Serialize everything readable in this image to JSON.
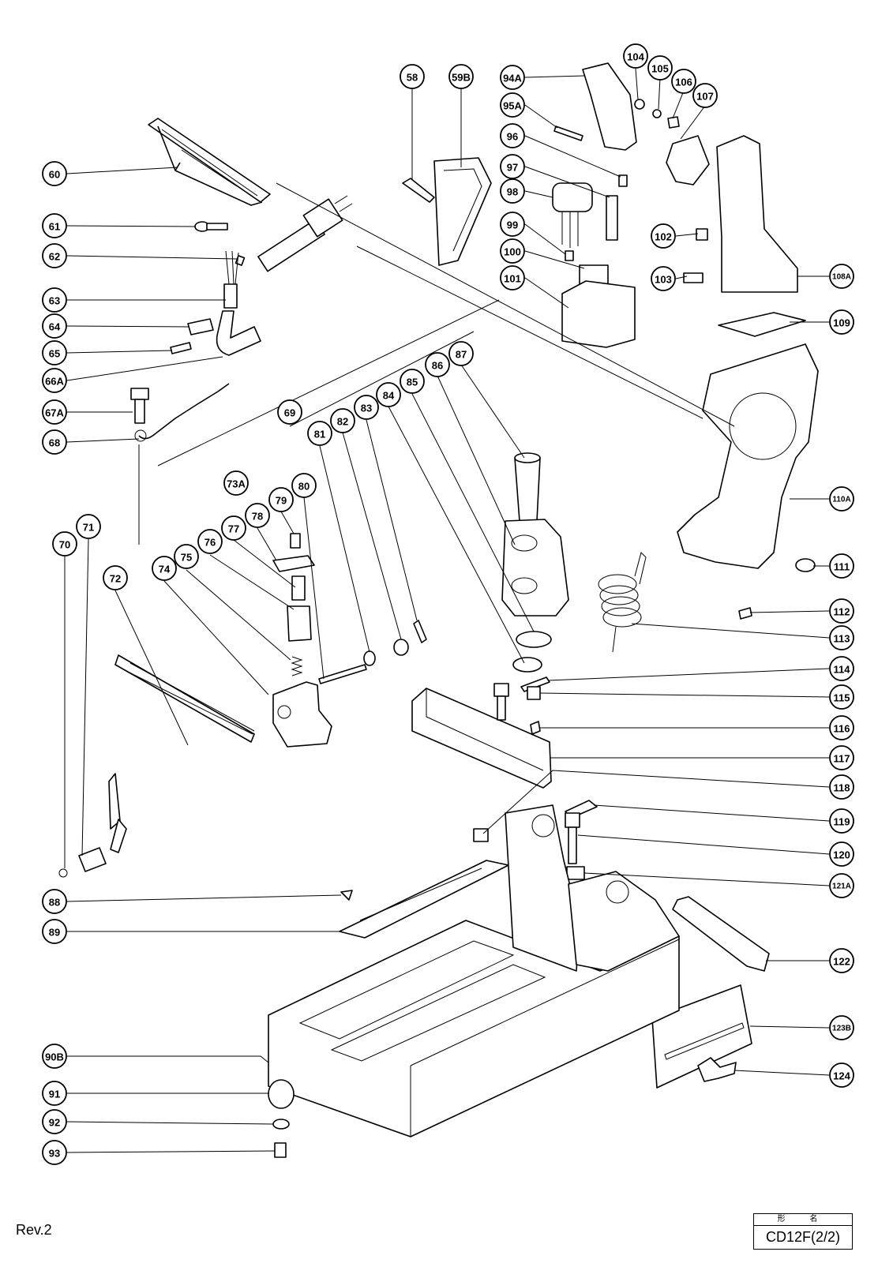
{
  "footer": {
    "revision": "Rev.2",
    "model_header": "形 名",
    "model": "CD12F(2/2)"
  },
  "callouts": [
    {
      "id": "c58",
      "label": "58"
    },
    {
      "id": "c59B",
      "label": "59B"
    },
    {
      "id": "c94A",
      "label": "94A"
    },
    {
      "id": "c95A",
      "label": "95A"
    },
    {
      "id": "c96",
      "label": "96"
    },
    {
      "id": "c97",
      "label": "97"
    },
    {
      "id": "c98",
      "label": "98"
    },
    {
      "id": "c99",
      "label": "99"
    },
    {
      "id": "c100",
      "label": "100"
    },
    {
      "id": "c101",
      "label": "101"
    },
    {
      "id": "c104",
      "label": "104"
    },
    {
      "id": "c105",
      "label": "105"
    },
    {
      "id": "c106",
      "label": "106"
    },
    {
      "id": "c107",
      "label": "107"
    },
    {
      "id": "c102",
      "label": "102"
    },
    {
      "id": "c103",
      "label": "103"
    },
    {
      "id": "c108A",
      "label": "108A"
    },
    {
      "id": "c109",
      "label": "109"
    },
    {
      "id": "c110A",
      "label": "110A"
    },
    {
      "id": "c111",
      "label": "111"
    },
    {
      "id": "c112",
      "label": "112"
    },
    {
      "id": "c113",
      "label": "113"
    },
    {
      "id": "c114",
      "label": "114"
    },
    {
      "id": "c115",
      "label": "115"
    },
    {
      "id": "c116",
      "label": "116"
    },
    {
      "id": "c117",
      "label": "117"
    },
    {
      "id": "c118",
      "label": "118"
    },
    {
      "id": "c119",
      "label": "119"
    },
    {
      "id": "c120",
      "label": "120"
    },
    {
      "id": "c121A",
      "label": "121A"
    },
    {
      "id": "c122",
      "label": "122"
    },
    {
      "id": "c123B",
      "label": "123B"
    },
    {
      "id": "c124",
      "label": "124"
    },
    {
      "id": "c60",
      "label": "60"
    },
    {
      "id": "c61",
      "label": "61"
    },
    {
      "id": "c62",
      "label": "62"
    },
    {
      "id": "c63",
      "label": "63"
    },
    {
      "id": "c64",
      "label": "64"
    },
    {
      "id": "c65",
      "label": "65"
    },
    {
      "id": "c66A",
      "label": "66A"
    },
    {
      "id": "c67A",
      "label": "67A"
    },
    {
      "id": "c68",
      "label": "68"
    },
    {
      "id": "c69",
      "label": "69"
    },
    {
      "id": "c81",
      "label": "81"
    },
    {
      "id": "c82",
      "label": "82"
    },
    {
      "id": "c83",
      "label": "83"
    },
    {
      "id": "c84",
      "label": "84"
    },
    {
      "id": "c85",
      "label": "85"
    },
    {
      "id": "c86",
      "label": "86"
    },
    {
      "id": "c87",
      "label": "87"
    },
    {
      "id": "c73A",
      "label": "73A"
    },
    {
      "id": "c80",
      "label": "80"
    },
    {
      "id": "c79",
      "label": "79"
    },
    {
      "id": "c78",
      "label": "78"
    },
    {
      "id": "c77",
      "label": "77"
    },
    {
      "id": "c76",
      "label": "76"
    },
    {
      "id": "c75",
      "label": "75"
    },
    {
      "id": "c74",
      "label": "74"
    },
    {
      "id": "c72",
      "label": "72"
    },
    {
      "id": "c71",
      "label": "71"
    },
    {
      "id": "c70",
      "label": "70"
    },
    {
      "id": "c88",
      "label": "88"
    },
    {
      "id": "c89",
      "label": "89"
    },
    {
      "id": "c90B",
      "label": "90B"
    },
    {
      "id": "c91",
      "label": "91"
    },
    {
      "id": "c92",
      "label": "92"
    },
    {
      "id": "c93",
      "label": "93"
    }
  ]
}
